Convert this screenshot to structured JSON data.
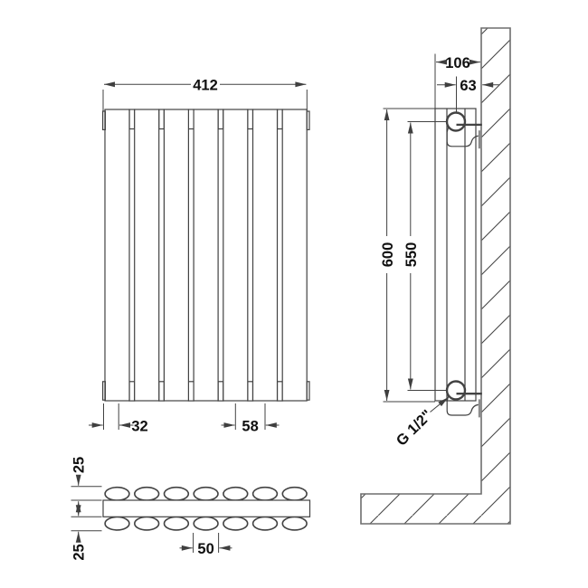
{
  "drawing_title": "radiator-dimension-drawing",
  "front_view": {
    "panel_count": 7,
    "overall_width": "412",
    "end_offset": "32",
    "panel_pitch": "58"
  },
  "side_view": {
    "depth_to_wall": "106",
    "pipe_center_to_wall": "63",
    "overall_height": "600",
    "pipe_centers": "550",
    "connection_size": "G 1/2\""
  },
  "plan_view": {
    "tubes_per_row": 7,
    "row_count": 2,
    "top_row_depth": "25",
    "bottom_row_depth": "25",
    "tube_width": "50"
  },
  "colors": {
    "line": "#424242",
    "text": "#101010",
    "wall_outline": "#6e6e6e",
    "bracket_pad": "#8c8c8c",
    "background": "#ffffff"
  }
}
